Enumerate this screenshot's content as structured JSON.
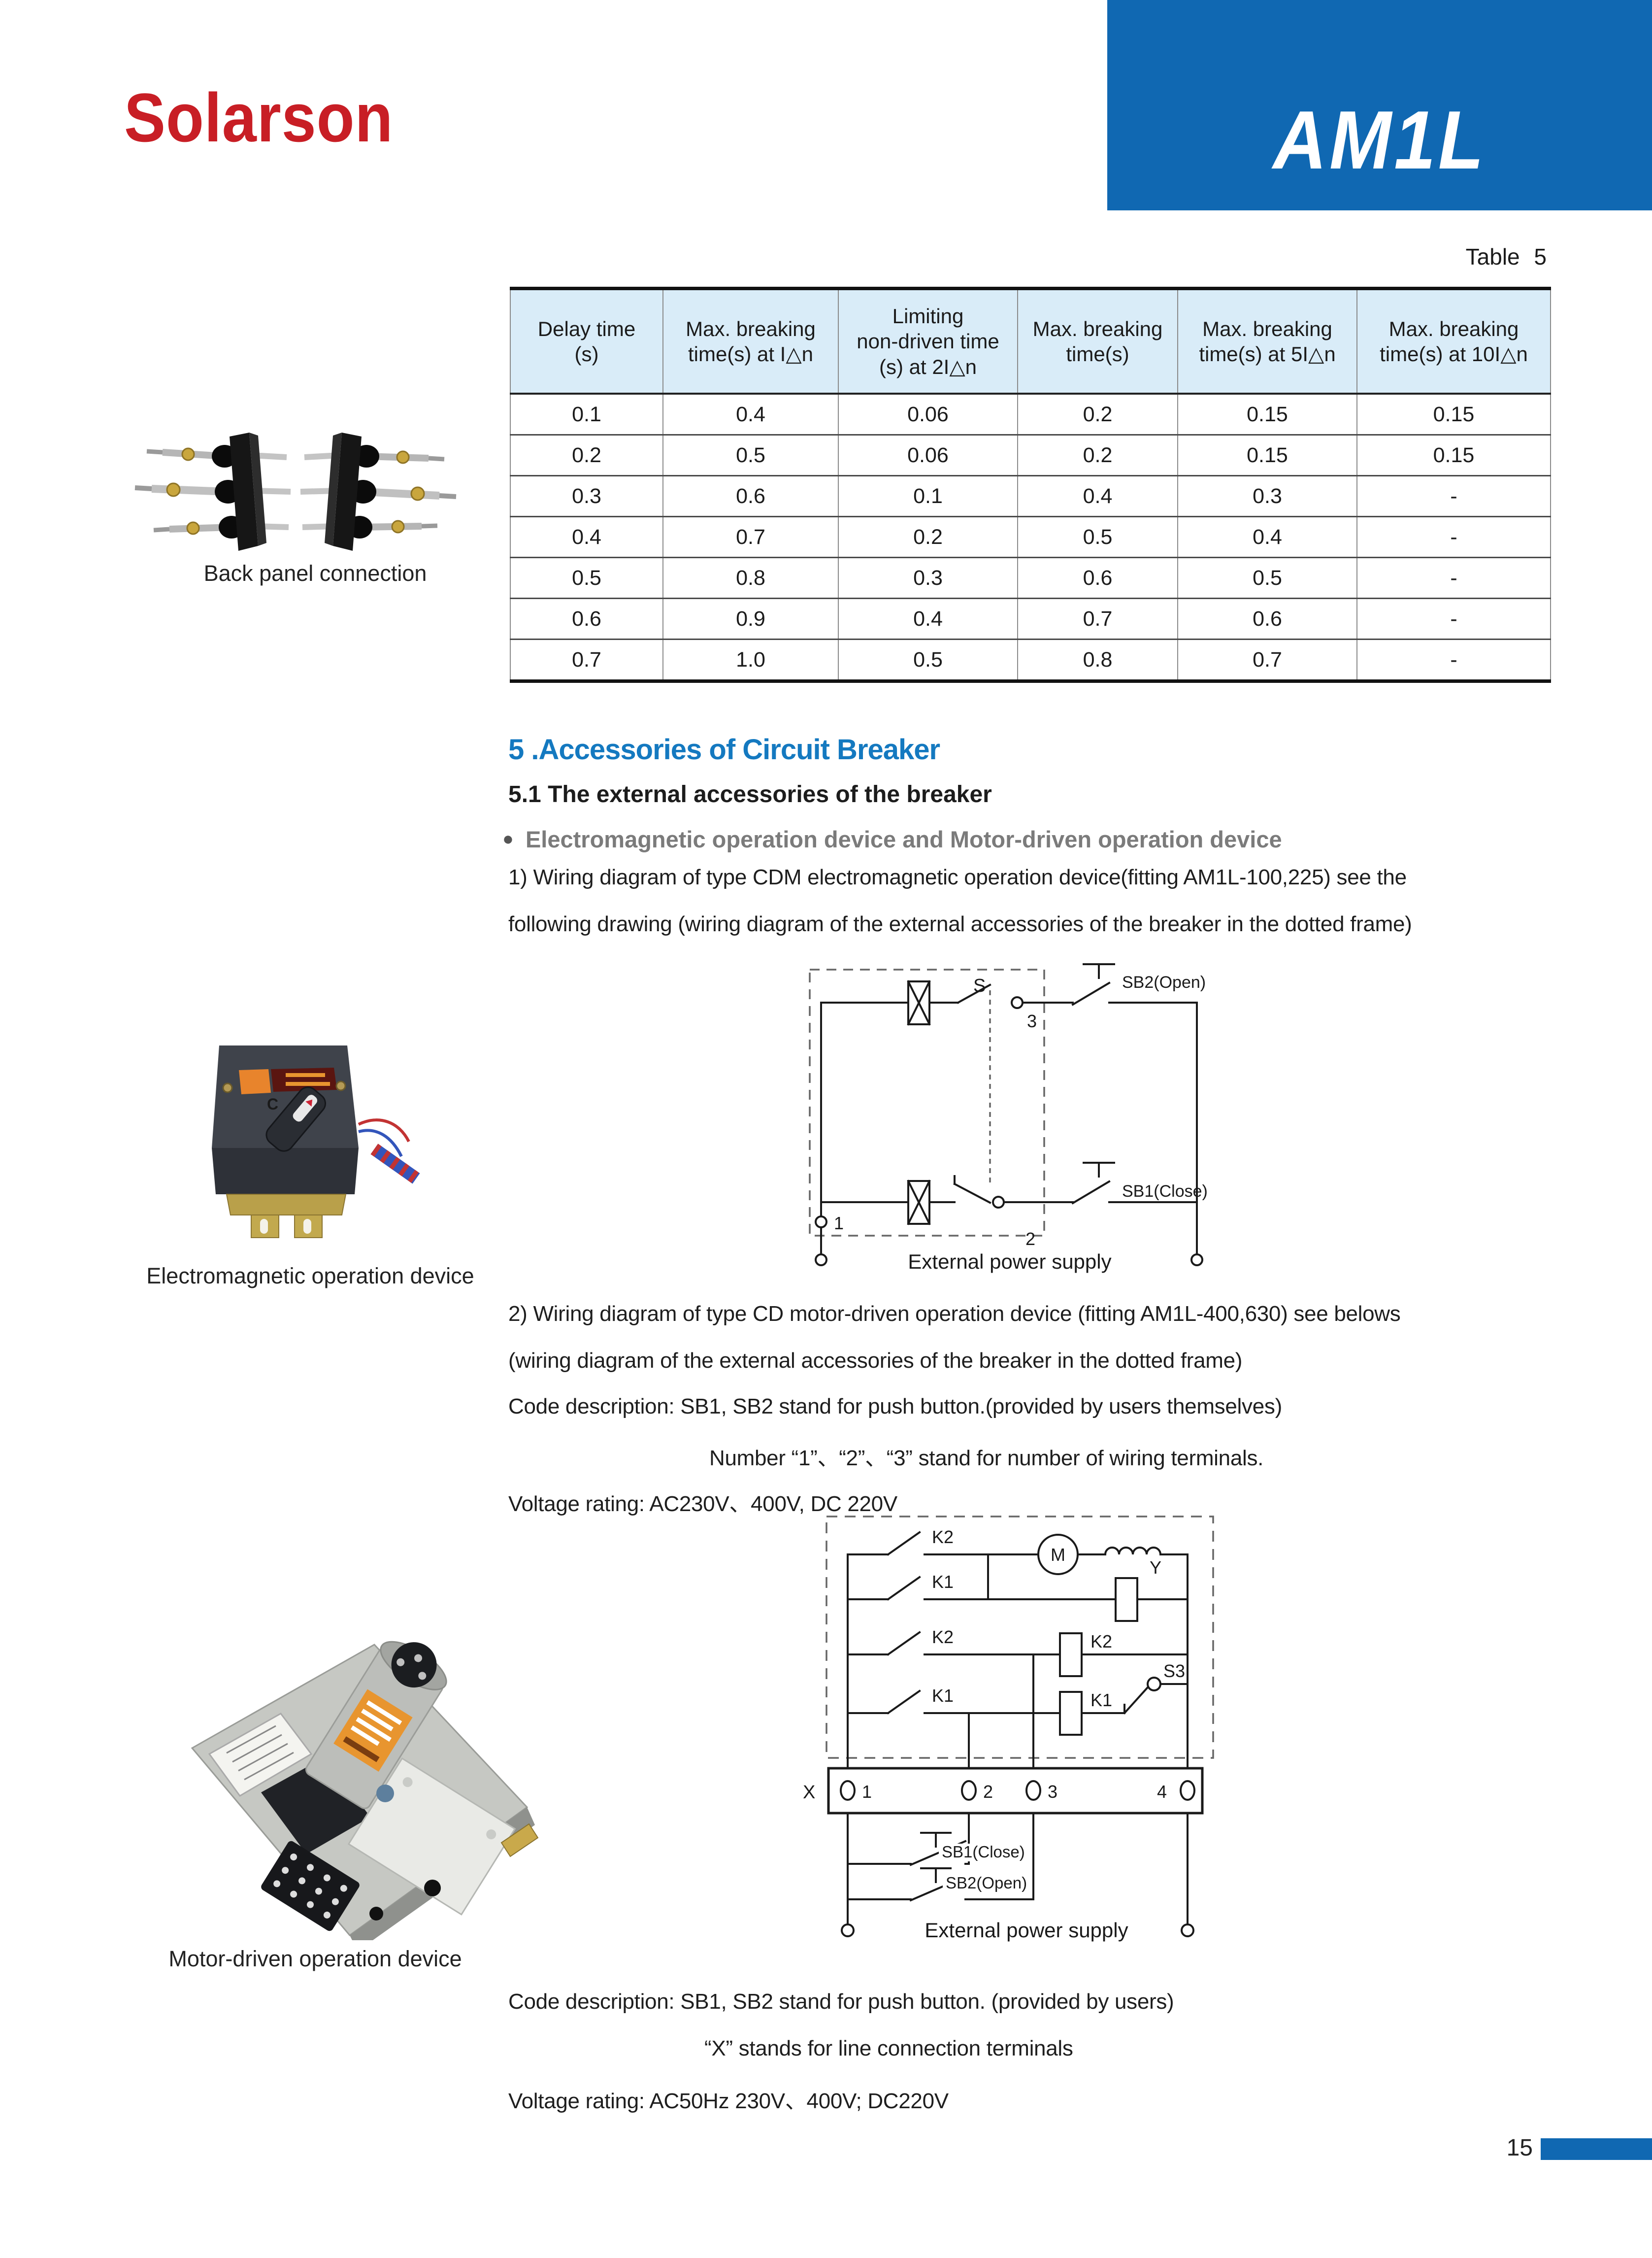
{
  "page": {
    "number": "15"
  },
  "header": {
    "logo": "Solarson",
    "product": "AM1L"
  },
  "table5": {
    "label": "Table 5",
    "columns": [
      "Delay time\n(s)",
      "Max. breaking\ntime(s) at I△n",
      "Limiting\nnon-driven time\n(s) at  2I△n",
      "Max. breaking\ntime(s)",
      "Max. breaking\ntime(s) at 5I△n",
      "Max. breaking\ntime(s) at 10I△n"
    ],
    "rows": [
      [
        "0.1",
        "0.4",
        "0.06",
        "0.2",
        "0.15",
        "0.15"
      ],
      [
        "0.2",
        "0.5",
        "0.06",
        "0.2",
        "0.15",
        "0.15"
      ],
      [
        "0.3",
        "0.6",
        "0.1",
        "0.4",
        "0.3",
        "-"
      ],
      [
        "0.4",
        "0.7",
        "0.2",
        "0.5",
        "0.4",
        "-"
      ],
      [
        "0.5",
        "0.8",
        "0.3",
        "0.6",
        "0.5",
        "-"
      ],
      [
        "0.6",
        "0.9",
        "0.4",
        "0.7",
        "0.6",
        "-"
      ],
      [
        "0.7",
        "1.0",
        "0.5",
        "0.8",
        "0.7",
        "-"
      ]
    ]
  },
  "captions": {
    "back_panel": "Back panel connection",
    "electromagnetic": "Electromagnetic operation device",
    "motor": "Motor-driven operation device"
  },
  "section": {
    "title": "5 .Accessories of Circuit Breaker",
    "subtitle": "5.1 The external accessories of the breaker",
    "bullet": "Electromagnetic operation device and Motor-driven operation device",
    "para1_l1": "1) Wiring diagram of type CDM electromagnetic operation device(fitting AM1L-100,225) see the",
    "para1_l2": "following drawing (wiring diagram of the external accessories of the breaker in the dotted frame)",
    "para2_l1": "2) Wiring diagram of type CD motor-driven operation device (fitting AM1L-400,630) see belows",
    "para2_l2": "(wiring diagram of the external accessories of the breaker in the dotted frame)",
    "para2_l3": "Code description: SB1, SB2 stand for push button.(provided by users themselves)",
    "para2_l4": "Number “1”、“2”、“3” stand for number of wiring terminals.",
    "para2_l5": "Voltage rating: AC230V、400V, DC 220V",
    "para3_l1": "Code description: SB1, SB2 stand for push button. (provided by users)",
    "para3_l2": "“X” stands for line connection terminals",
    "para3_l3": "Voltage rating: AC50Hz 230V、400V; DC220V"
  },
  "diagram1": {
    "s": "S",
    "t1": "1",
    "t2": "2",
    "t3": "3",
    "sb2": "SB2(Open)",
    "sb1": "SB1(Close)",
    "caption": "External power supply"
  },
  "diagram2": {
    "sw1": "K2",
    "sw2": "K1",
    "sw3": "K2",
    "sw4": "K1",
    "m": "M",
    "y": "Y",
    "coil_k2": "K2",
    "coil_k1": "K1",
    "s3": "S3",
    "x": "X",
    "t1": "1",
    "t2": "2",
    "t3": "3",
    "t4": "4",
    "sb1": "SB1(Close)",
    "sb2": "SB2(Open)",
    "caption": "External power supply"
  },
  "colors": {
    "brand_blue": "#1068b2",
    "title_blue": "#1479c0",
    "logo_red": "#c81e25",
    "table_header_bg": "#d9ecf8"
  }
}
